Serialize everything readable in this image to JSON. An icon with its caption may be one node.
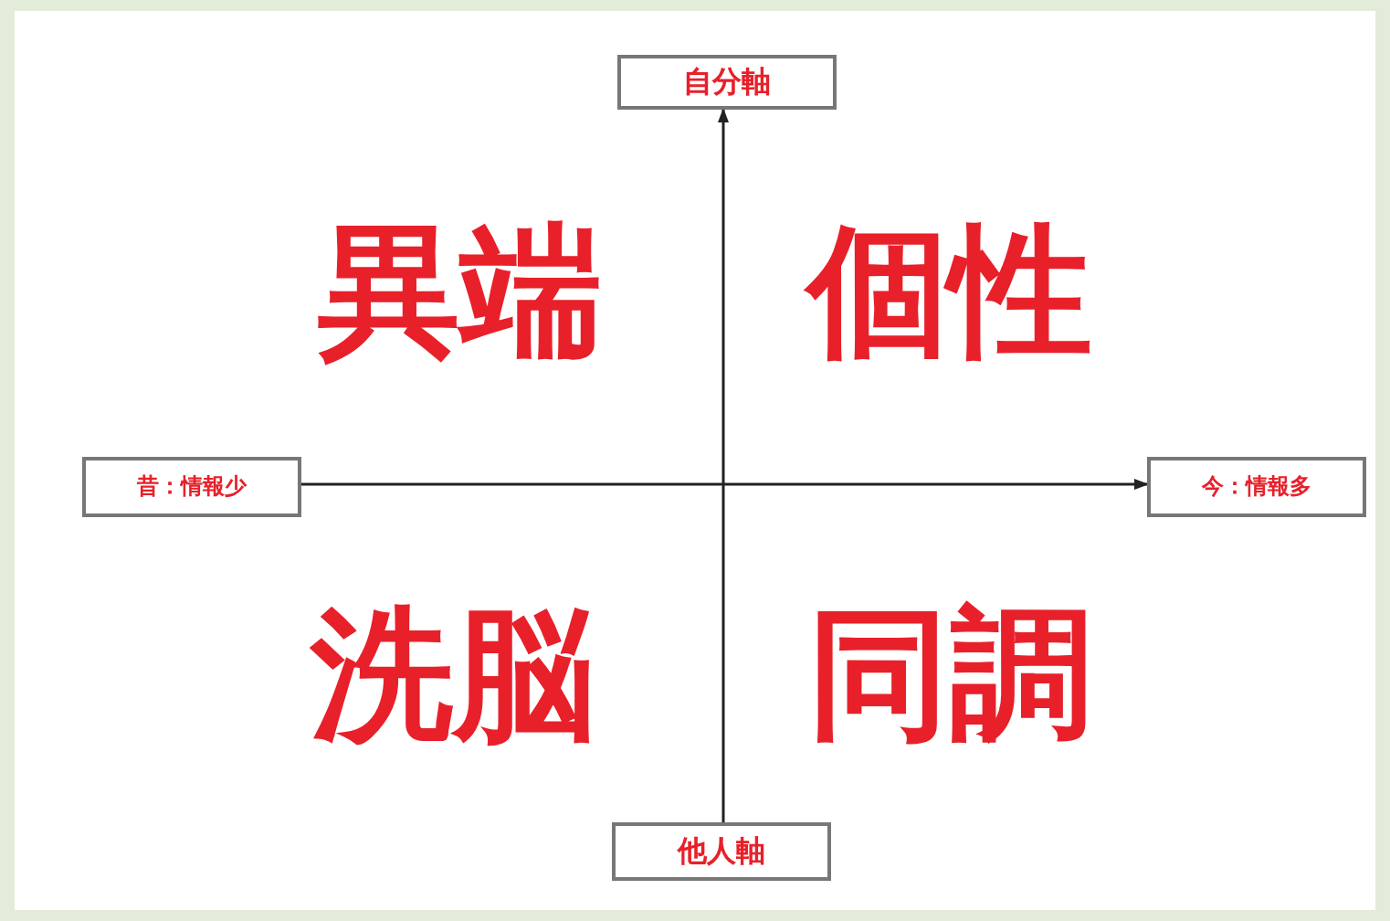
{
  "diagram": {
    "nodes": [
      {
        "text": [
          "自分軸"
        ]
      },
      {
        "text": [
          "昔：情報少"
        ]
      },
      {
        "text": [
          "今：情報多"
        ]
      },
      {
        "text": [
          "他人軸"
        ]
      }
    ],
    "edges": [
      {
        "from": 3,
        "to": 0,
        "arrow": "to"
      },
      {
        "from": 1,
        "to": 2,
        "arrow": "to"
      }
    ],
    "labels": [
      "異端",
      "個性",
      "洗脳",
      "同調"
    ]
  }
}
